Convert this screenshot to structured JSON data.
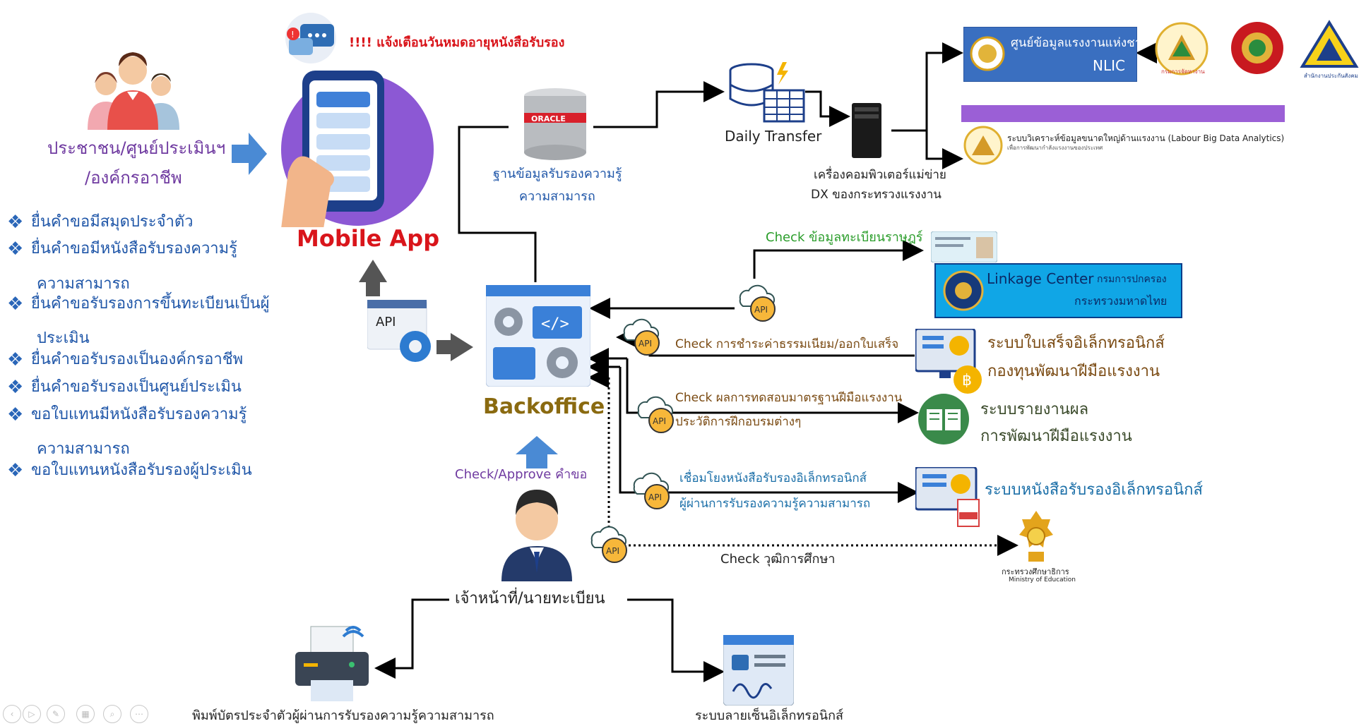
{
  "users_label": [
    "ประชาชน/ศูนย์ประเมินฯ",
    "/องค์กรอาชีพ"
  ],
  "services": [
    [
      "ยื่นคำขอมีสมุดประจำตัว"
    ],
    [
      "ยื่นคำขอมีหนังสือรับรองความรู้",
      "ความสามารถ"
    ],
    [
      "ยื่นคำขอรับรองการขึ้นทะเบียนเป็นผู้",
      "ประเมิน"
    ],
    [
      "ยื่นคำขอรับรองเป็นองค์กรอาชีพ"
    ],
    [
      "ยื่นคำขอรับรองเป็นศูนย์ประเมิน"
    ],
    [
      "ขอใบแทนมีหนังสือรับรองความรู้",
      "ความสามารถ"
    ],
    [
      "ขอใบแทนหนังสือรับรองผู้ประเมิน"
    ]
  ],
  "alert_text": "!!!! แจ้งเตือนวันหมดอายุหนังสือรับรอง",
  "mobile_app": "Mobile App",
  "api_label": "API",
  "oracle_label": "ORACLE",
  "db_label": [
    "ฐานข้อมูลรับรองความรู้",
    "ความสามารถ"
  ],
  "daily_transfer": "Daily Transfer",
  "server_label": [
    "เครื่องคอมพิวเตอร์แม่ข่าย",
    "DX ของกระทรวงแรงงาน"
  ],
  "nlic": {
    "line1": "ศูนย์ข้อมูลแรงงานแห่งชาติ",
    "line2": "NLIC"
  },
  "bigdata": {
    "line1": "ระบบวิเคราะห์ข้อมูลขนาดใหญ่ด้านแรงงาน (Labour Big Data Analytics)",
    "line2": "เพื่อการพัฒนากำลังแรงงานของประเทศ"
  },
  "logo_captions": {
    "dep": "กรมการจัดหางาน",
    "ssf": "สำนักงานประกันสังคม"
  },
  "check_registry": "Check ข้อมูลทะเบียนราษฎร์",
  "linkage": {
    "title": "Linkage Center",
    "sub1": "กรมการปกครอง",
    "sub2": "กระทรวงมหาดไทย"
  },
  "backoffice": "Backoffice",
  "check_payment": "Check การชำระค่าธรรมเนียม/ออกใบเสร็จ",
  "receipt_sys": [
    "ระบบใบเสร็จอิเล็กทรอนิกส์",
    "กองทุนพัฒนาฝีมือแรงงาน"
  ],
  "check_test": [
    "Check ผลการทดสอบมาตรฐานฝีมือแรงงาน",
    "ประวัติการฝึกอบรมต่างๆ"
  ],
  "report_sys": [
    "ระบบรายงานผล",
    "การพัฒนาฝีมือแรงงาน"
  ],
  "link_cert": [
    "เชื่อมโยงหนังสือรับรองอิเล็กทรอนิกส์",
    "ผู้ผ่านการรับรองความรู้ความสามารถ"
  ],
  "ecert_sys": "ระบบหนังสือรับรองอิเล็กทรอนิกส์",
  "check_edu": "Check วุฒิการศึกษา",
  "moe": {
    "line1": "กระทรวงศึกษาธิการ",
    "line2": "Ministry of Education"
  },
  "check_approve": "Check/Approve คำขอ",
  "officer": "เจ้าหน้าที่/นายทะเบียน",
  "print_card": "พิมพ์บัตรประจำตัวผู้ผ่านการรับรองความรู้ความสามารถ",
  "esign": "ระบบลายเซ็นอิเล็กทรอนิกส์",
  "colors": {
    "red": "#d9151b",
    "blue": "#1f56a8",
    "green": "#2a9d2a",
    "purple": "#6f3aa0",
    "brown": "#7a4a12"
  }
}
